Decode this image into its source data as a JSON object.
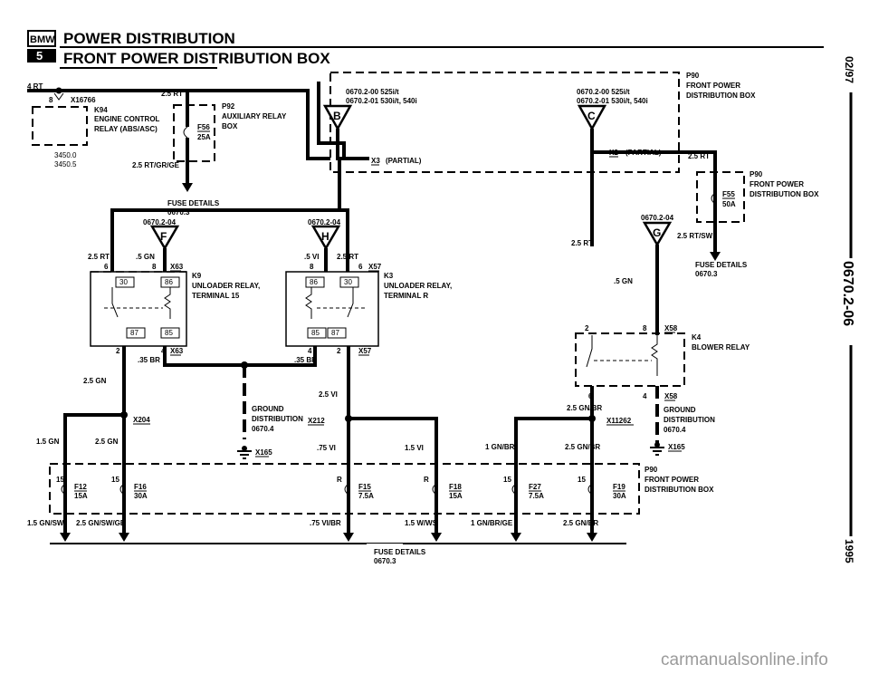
{
  "header": {
    "logo": "BMW",
    "series": "5",
    "title": "POWER DISTRIBUTION",
    "subtitle": "FRONT POWER DISTRIBUTION BOX"
  },
  "side_labels": {
    "date": "02/97",
    "code": "0670.2-06",
    "year": "1995"
  },
  "watermark": "carmanualsonline.info",
  "labels": {
    "k94_wire": "4 RT",
    "k94_pin": "8",
    "k94_conn": "X16766",
    "k94_name": "K94",
    "k94_desc1": "ENGINE CONTROL",
    "k94_desc2": "RELAY (ABS/ASC)",
    "k94_ref1": "3450.0",
    "k94_ref2": "3450.5",
    "p92_wire_top": "2.5 RT",
    "p92_name": "P92",
    "p92_desc1": "AUXILIARY RELAY",
    "p92_desc2": "BOX",
    "f56": "F56",
    "f56_amp": "25A",
    "p92_wire_bottom": "2.5 RT/GR/GE",
    "fuse_details": "FUSE DETAILS",
    "fuse_ref": "0670.3",
    "ref_b1": "0670.2-00  525i/t",
    "ref_b2": "0670.2-01  530i/t, 540i",
    "conn_b": "B",
    "ref_c1": "0670.2-00  525i/t",
    "ref_c2": "0670.2-01  530i/t, 540i",
    "conn_c": "C",
    "x3": "X3",
    "x3_partial": "(PARTIAL)",
    "x2": "X2",
    "x2_partial": "(PARTIAL)",
    "p90": "P90",
    "p90_desc1": "FRONT POWER",
    "p90_desc2": "DISTRIBUTION BOX",
    "wire_25rt_a": "2.5 RT",
    "f55": "F55",
    "f55_amp": "50A",
    "ref_f": "0670.2-04",
    "conn_f": "F",
    "ref_h": "0670.2-04",
    "conn_h": "H",
    "ref_g": "0670.2-04",
    "conn_g": "G",
    "wire_25rtsw": "2.5 RT/SW",
    "fuse_details_r": "FUSE DETAILS",
    "fuse_ref_r": "0670.3",
    "k9_w1": "2.5 RT",
    "k9_w2": ".5 GN",
    "k9_p6": "6",
    "k9_p8": "8",
    "x63": "X63",
    "k9_name": "K9",
    "k9_desc1": "UNLOADER RELAY,",
    "k9_desc2": "TERMINAL 15",
    "k9_t30": "30",
    "k9_t86": "86",
    "k9_t87": "87",
    "k9_t85": "85",
    "k9_p2": "2",
    "k9_p4": "4",
    "x63b": "X63",
    "k9_br": ".35 BR",
    "k3_w1": ".5 VI",
    "k3_w2": "2.5 RT",
    "k3_p8": "8",
    "k3_p6": "6",
    "x57": "X57",
    "k3_name": "K3",
    "k3_desc1": "UNLOADER RELAY,",
    "k3_desc2": "TERMINAL R",
    "k3_t86": "86",
    "k3_t30": "30",
    "k3_t85": "85",
    "k3_t87": "87",
    "k3_p4": "4",
    "k3_p2": "2",
    "x57b": "X57",
    "k3_br": ".35 BR",
    "wire_25rt_mid": "2.5 RT",
    "wire_5gn": ".5 GN",
    "k4_p2": "2",
    "k4_p8": "8",
    "x58": "X58",
    "k4_name": "K4",
    "k4_desc": "BLOWER RELAY",
    "k4_p6": "6",
    "k4_p4": "4",
    "x58b": "X58",
    "wire_25gnbr": "2.5 GN/BR",
    "gnd1": "GROUND",
    "gnd2": "DISTRIBUTION",
    "gnd3": "0670.4",
    "x165": "X165",
    "gndr1": "GROUND",
    "gndr2": "DISTRIBUTION",
    "gndr3": "0670.4",
    "x165r": "X165",
    "x11262": "X11262",
    "wire_25gn": "2.5 GN",
    "x204": "X204",
    "wire_15gn": "1.5 GN",
    "wire_25gn_b": "2.5 GN",
    "wire_25vi": "2.5 VI",
    "x212": "X212",
    "wire_75vi": ".75 VI",
    "wire_15vi": "1.5 VI",
    "wire_1gnbr": "1 GN/BR",
    "wire_25gnbr_b": "2.5 GN/BR",
    "f12": "F12",
    "f12_amp": "15A",
    "f16": "F16",
    "f16_amp": "30A",
    "f15": "F15",
    "f15_amp": "7.5A",
    "f18": "F18",
    "f18_amp": "15A",
    "f27": "F27",
    "f27_amp": "7.5A",
    "f19": "F19",
    "f19_amp": "30A",
    "n15_a": "15",
    "n15_b": "15",
    "r_a": "R",
    "r_b": "R",
    "n15_c": "15",
    "n15_d": "15",
    "b_15gnsw": "1.5 GN/SW",
    "b_25gnswge": "2.5 GN/SW/GE",
    "b_75vibr": ".75 VI/BR",
    "b_15wws": "1.5 W/WS",
    "b_1gnbrge": "1 GN/BR/GE",
    "b_25gnbr": "2.5 GN/BR",
    "fuse_bot": "FUSE DETAILS",
    "fuse_bot_ref": "0670.3"
  }
}
